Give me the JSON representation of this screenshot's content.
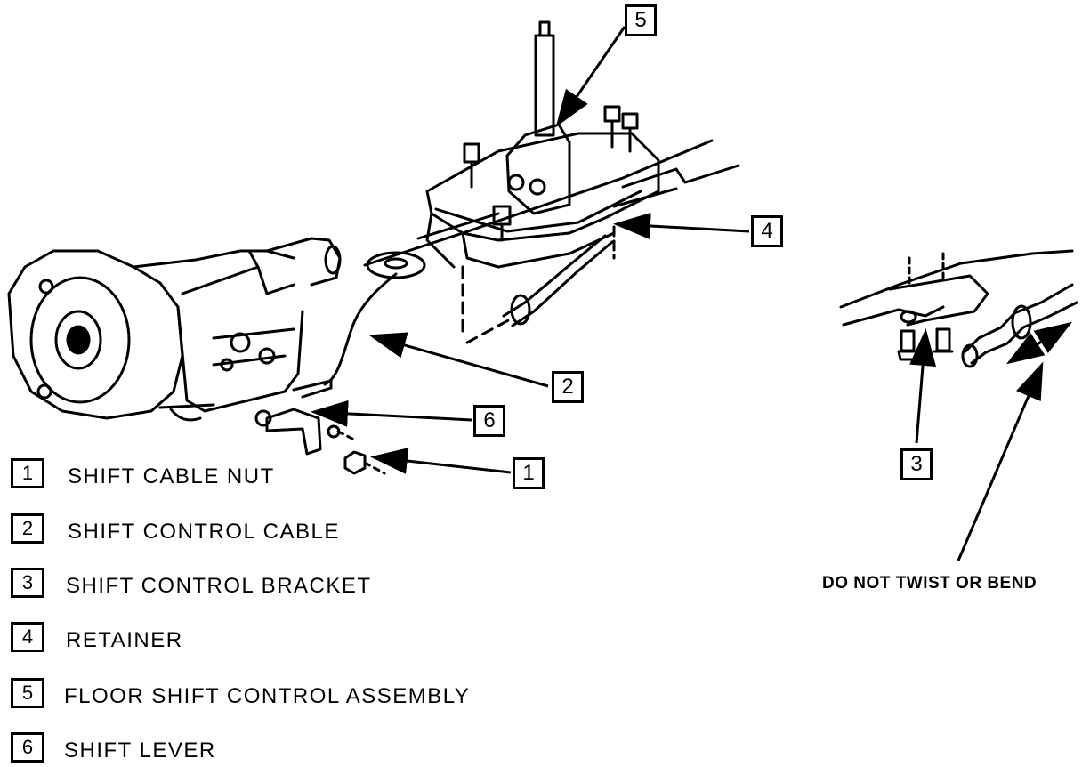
{
  "callouts": {
    "c5": "5",
    "c4": "4",
    "c2": "2",
    "c6": "6",
    "c1": "1",
    "c3": "3"
  },
  "legend": [
    {
      "num": "1",
      "label": "SHIFT CABLE NUT"
    },
    {
      "num": "2",
      "label": "SHIFT CONTROL CABLE"
    },
    {
      "num": "3",
      "label": "SHIFT CONTROL BRACKET"
    },
    {
      "num": "4",
      "label": "RETAINER"
    },
    {
      "num": "5",
      "label": "FLOOR SHIFT CONTROL ASSEMBLY"
    },
    {
      "num": "6",
      "label": "SHIFT LEVER"
    }
  ],
  "note": "DO NOT TWIST OR BEND"
}
